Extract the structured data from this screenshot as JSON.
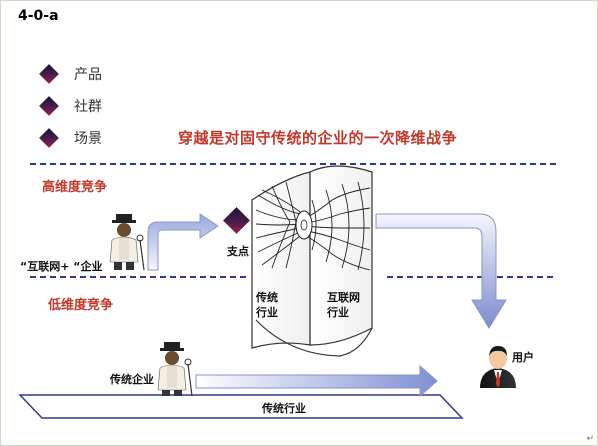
{
  "slide_code": "4-0-a",
  "legend": [
    {
      "label": "产品"
    },
    {
      "label": "社群"
    },
    {
      "label": "场景"
    }
  ],
  "headline": "穿越是对固守传统的企业的一次降维战争",
  "high_dim": "高维度竞争",
  "low_dim": "低维度竞争",
  "internet_company": "“互联网+ “企业",
  "fulcrum": "支点",
  "traditional_industry_wall": "传统\n行业",
  "internet_wall": "互联网\n行业",
  "user": "用户",
  "traditional_company": "传统企业",
  "traditional_industry_floor": "传统行业",
  "corner_mark": "↵",
  "colors": {
    "diamond_dark": "#2b1a3d",
    "diamond_light": "#8a1c4a",
    "dashed_line": "#2e3c8c",
    "headline": "#c0392b",
    "arrow_light": "#ffffff",
    "arrow_dark": "#7f8fd0"
  }
}
